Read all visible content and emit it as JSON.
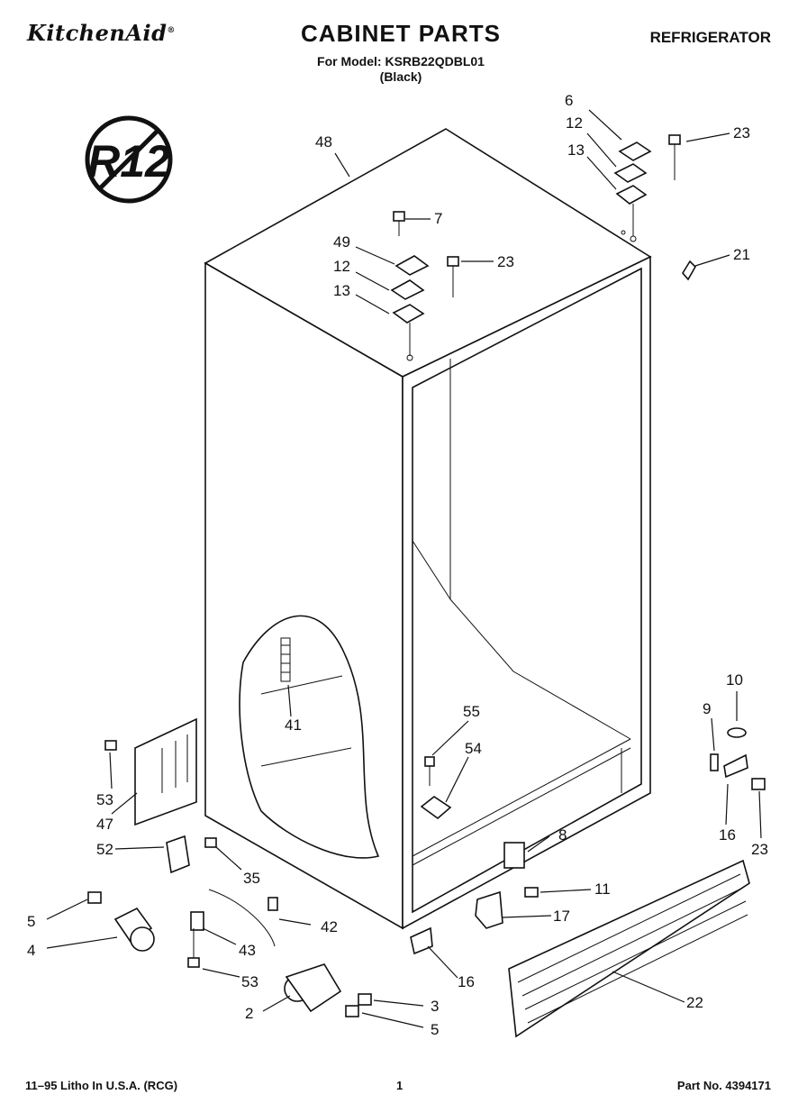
{
  "header": {
    "brand": "KitchenAid",
    "brand_mark": "®",
    "title": "CABINET PARTS",
    "category": "REFRIGERATOR",
    "model_line": "For Model: KSRB22QDBL01",
    "color_line": "(Black)"
  },
  "badge": {
    "text": "R12",
    "meaning": "no-R12-refrigerant"
  },
  "callouts": [
    "48",
    "6",
    "12",
    "13",
    "23",
    "7",
    "49",
    "12",
    "23",
    "13",
    "21",
    "41",
    "10",
    "9",
    "55",
    "54",
    "53",
    "47",
    "52",
    "35",
    "8",
    "11",
    "5",
    "42",
    "17",
    "16",
    "23",
    "43",
    "4",
    "53",
    "2",
    "3",
    "5",
    "16",
    "22"
  ],
  "footer": {
    "print_info": "11–95 Litho In U.S.A. (RCG)",
    "page_number": "1",
    "part_number": "Part No. 4394171"
  }
}
